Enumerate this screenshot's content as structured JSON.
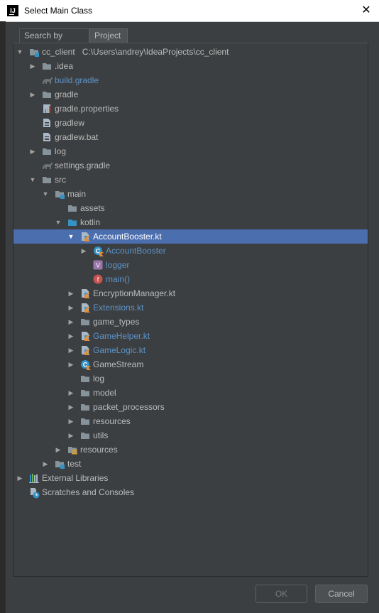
{
  "window": {
    "title": "Select Main Class",
    "close": "✕",
    "logo": "IJ"
  },
  "tabs": {
    "search_by_name": "Search by Name",
    "project": "Project"
  },
  "tree": [
    {
      "label": "cc_client",
      "path": "C:\\Users\\andrey\\IdeaProjects\\cc_client",
      "depth": 0,
      "arrow": "expanded",
      "icon": "module-folder-icon",
      "color": "normal"
    },
    {
      "label": ".idea",
      "depth": 1,
      "arrow": "collapsed",
      "icon": "folder-icon",
      "color": "normal"
    },
    {
      "label": "build.gradle",
      "depth": 1,
      "arrow": "none",
      "icon": "gradle-icon",
      "color": "blue"
    },
    {
      "label": "gradle",
      "depth": 1,
      "arrow": "collapsed",
      "icon": "folder-icon",
      "color": "normal"
    },
    {
      "label": "gradle.properties",
      "depth": 1,
      "arrow": "none",
      "icon": "properties-file-icon",
      "color": "normal"
    },
    {
      "label": "gradlew",
      "depth": 1,
      "arrow": "none",
      "icon": "text-file-icon",
      "color": "normal"
    },
    {
      "label": "gradlew.bat",
      "depth": 1,
      "arrow": "none",
      "icon": "text-file-icon",
      "color": "normal"
    },
    {
      "label": "log",
      "depth": 1,
      "arrow": "collapsed",
      "icon": "folder-icon",
      "color": "normal"
    },
    {
      "label": "settings.gradle",
      "depth": 1,
      "arrow": "none",
      "icon": "gradle-icon",
      "color": "normal"
    },
    {
      "label": "src",
      "depth": 1,
      "arrow": "expanded",
      "icon": "folder-icon",
      "color": "normal"
    },
    {
      "label": "main",
      "depth": 2,
      "arrow": "expanded",
      "icon": "module-folder-icon",
      "color": "normal"
    },
    {
      "label": "assets",
      "depth": 3,
      "arrow": "none",
      "icon": "folder-icon",
      "color": "normal"
    },
    {
      "label": "kotlin",
      "depth": 3,
      "arrow": "expanded",
      "icon": "source-folder-icon",
      "color": "normal"
    },
    {
      "label": "AccountBooster.kt",
      "depth": 4,
      "arrow": "expanded",
      "icon": "kotlin-file-icon",
      "color": "normal",
      "selected": true
    },
    {
      "label": "AccountBooster",
      "depth": 5,
      "arrow": "collapsed",
      "icon": "kotlin-class-icon",
      "color": "blue"
    },
    {
      "label": "logger",
      "depth": 5,
      "arrow": "none",
      "icon": "variable-icon",
      "color": "blue"
    },
    {
      "label": "main()",
      "depth": 5,
      "arrow": "none",
      "icon": "function-icon",
      "color": "blue"
    },
    {
      "label": "EncryptionManager.kt",
      "depth": 4,
      "arrow": "collapsed",
      "icon": "kotlin-file-icon",
      "color": "normal"
    },
    {
      "label": "Extensions.kt",
      "depth": 4,
      "arrow": "collapsed",
      "icon": "kotlin-file-icon",
      "color": "blue"
    },
    {
      "label": "game_types",
      "depth": 4,
      "arrow": "collapsed",
      "icon": "folder-icon",
      "color": "normal"
    },
    {
      "label": "GameHelper.kt",
      "depth": 4,
      "arrow": "collapsed",
      "icon": "kotlin-file-icon",
      "color": "blue"
    },
    {
      "label": "GameLogic.kt",
      "depth": 4,
      "arrow": "collapsed",
      "icon": "kotlin-file-icon",
      "color": "blue"
    },
    {
      "label": "GameStream",
      "depth": 4,
      "arrow": "collapsed",
      "icon": "kotlin-class-icon",
      "color": "normal"
    },
    {
      "label": "log",
      "depth": 4,
      "arrow": "none",
      "icon": "folder-icon",
      "color": "normal"
    },
    {
      "label": "model",
      "depth": 4,
      "arrow": "collapsed",
      "icon": "folder-icon",
      "color": "normal"
    },
    {
      "label": "packet_processors",
      "depth": 4,
      "arrow": "collapsed",
      "icon": "folder-icon",
      "color": "normal"
    },
    {
      "label": "resources",
      "depth": 4,
      "arrow": "collapsed",
      "icon": "folder-icon",
      "color": "normal"
    },
    {
      "label": "utils",
      "depth": 4,
      "arrow": "collapsed",
      "icon": "folder-icon",
      "color": "normal"
    },
    {
      "label": "resources",
      "depth": 3,
      "arrow": "collapsed",
      "icon": "resources-folder-icon",
      "color": "normal"
    },
    {
      "label": "test",
      "depth": 2,
      "arrow": "collapsed",
      "icon": "module-folder-icon",
      "color": "normal"
    },
    {
      "label": "External Libraries",
      "depth": 0,
      "arrow": "collapsed",
      "icon": "libraries-icon",
      "color": "normal"
    },
    {
      "label": "Scratches and Consoles",
      "depth": 0,
      "arrow": "none",
      "icon": "scratches-icon",
      "color": "normal"
    }
  ],
  "buttons": {
    "ok": "OK",
    "cancel": "Cancel"
  },
  "colors": {
    "selection": "#4b6eaf",
    "link_blue": "#5c93c9",
    "folder": "#87939a",
    "kotlin": "#2c7bb5"
  }
}
